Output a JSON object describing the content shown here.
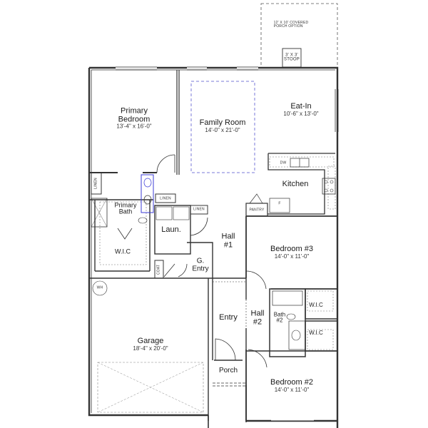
{
  "plan": {
    "porch_option": {
      "line1": "12' X 10' COVERED",
      "line2": "PORCH OPTION"
    },
    "stoop": {
      "line1": "3' X 3'",
      "line2": "STOOP"
    },
    "rooms": {
      "primary_bedroom": {
        "name_line1": "Primary",
        "name_line2": "Bedroom",
        "dim": "13'-4\" x 16'-0\""
      },
      "family_room": {
        "name": "Family Room",
        "dim": "14'-0\" x 21'-0\""
      },
      "eat_in": {
        "name": "Eat-In",
        "dim": "10'-6\" x 13'-0\""
      },
      "kitchen": {
        "name": "Kitchen"
      },
      "primary_bath": {
        "name_line1": "Primary",
        "name_line2": "Bath"
      },
      "primary_wic": {
        "name": "W.I.C"
      },
      "laundry": {
        "name": "Laun."
      },
      "g_entry": {
        "name_line1": "G.",
        "name_line2": "Entry"
      },
      "hall_1": {
        "name_line1": "Hall",
        "name_line2": "#1"
      },
      "bedroom_3": {
        "name": "Bedroom #3",
        "dim": "14'-0\" x 11'-0\""
      },
      "hall_2": {
        "name_line1": "Hall",
        "name_line2": "#2"
      },
      "bath_2": {
        "name_line1": "Bath",
        "name_line2": "#2"
      },
      "wic_3": {
        "name": "W.I.C"
      },
      "wic_2": {
        "name": "W.I.C"
      },
      "entry": {
        "name": "Entry"
      },
      "porch": {
        "name": "Porch"
      },
      "bedroom_2": {
        "name": "Bedroom #2",
        "dim": "14'-0\" x 11'-0\""
      },
      "garage": {
        "name": "Garage",
        "dim": "18'-4\" x 20'-0\""
      }
    },
    "fixtures": {
      "linen_primary": "LINEN",
      "linen_hall": "LINEN",
      "linen_laundry": "LINEN",
      "pantry": "PANTRY",
      "coat": "COAT",
      "dishwasher": "DW",
      "fridge": "F",
      "water_heater": "WH"
    },
    "colors": {
      "wall": "#333333",
      "dashed_outline": "#7a7ad8",
      "vanity_outline": "#3b3bd6",
      "background": "#ffffff"
    }
  }
}
